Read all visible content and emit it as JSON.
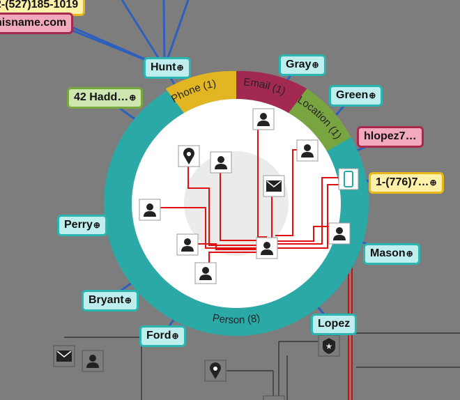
{
  "categories": [
    {
      "name": "Phone (1)",
      "color": "#e2b523"
    },
    {
      "name": "Email (1)",
      "color": "#a2294f"
    },
    {
      "name": "Location (1)",
      "color": "#78a540"
    },
    {
      "name": "Person (8)",
      "color": "#2aa9a6"
    }
  ],
  "colors": {
    "canvas": "#7d7d7d",
    "person": "#2aa9a6",
    "link": "#2f5fbd",
    "edge": "#e01010"
  },
  "plus_glyph": "⊕",
  "labels": {
    "top_phone": "2-(527)185-1019",
    "top_email": "nisname.com",
    "hunt": "Hunt",
    "gray": "Gray",
    "green": "Green",
    "address": "42 Hadd…",
    "email_right": "hlopez7…",
    "phone_right": "1-(776)7…",
    "perry": "Perry",
    "mason": "Mason",
    "bryant": "Bryant",
    "ford": "Ford",
    "lopez": "Lopez"
  },
  "icons": [
    "person-icon",
    "location-pin-icon",
    "envelope-icon",
    "phone-icon",
    "badge-star-icon"
  ]
}
